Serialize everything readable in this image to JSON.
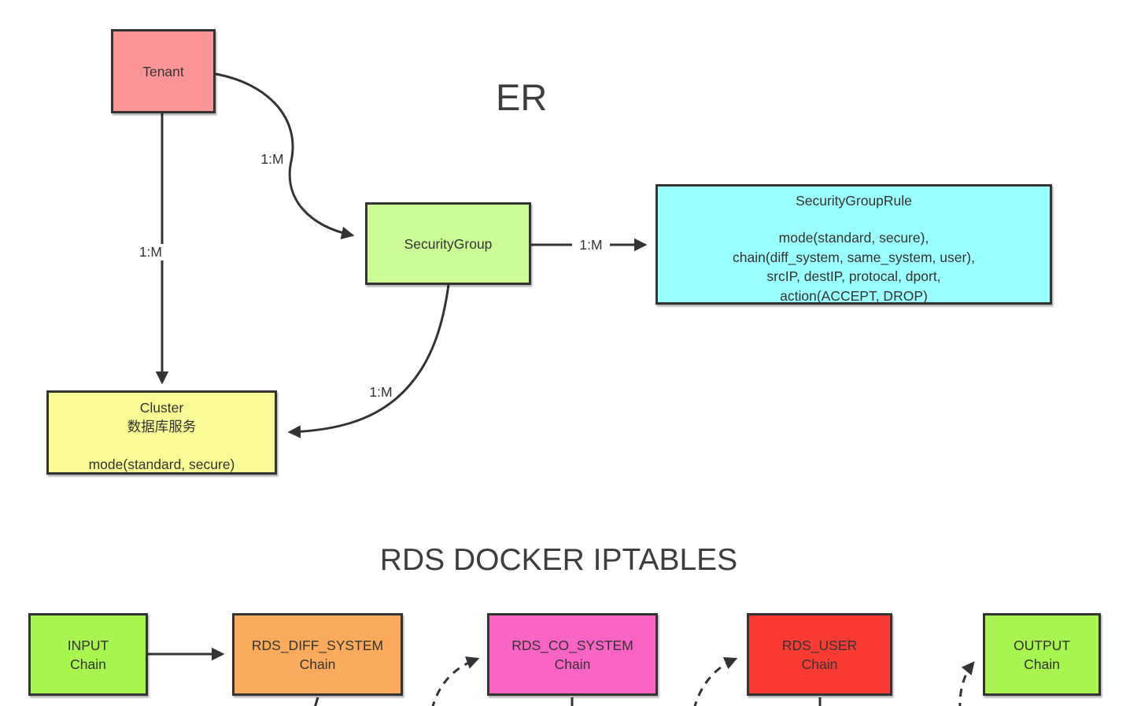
{
  "er": {
    "title": "ER",
    "nodes": {
      "tenant": {
        "label": "Tenant",
        "color": "#FC9696"
      },
      "security_group": {
        "label": "SecurityGroup",
        "color": "#CCFC96"
      },
      "security_group_rule": {
        "title": "SecurityGroupRule",
        "color": "#99FFFF",
        "lines": [
          "mode(standard, secure),",
          "chain(diff_system, same_system, user),",
          "srcIP, destIP, protocal, dport,",
          "action(ACCEPT, DROP)"
        ]
      },
      "cluster": {
        "title": "Cluster",
        "subtitle": "数据库服务",
        "mode_line": "mode(standard, secure)",
        "color": "#FBFB96"
      }
    },
    "edge_labels": {
      "tenant_to_security_group": "1:M",
      "tenant_to_cluster": "1:M",
      "security_group_to_rule": "1:M",
      "security_group_to_cluster": "1:M"
    }
  },
  "iptables": {
    "title": "RDS DOCKER IPTABLES",
    "nodes": [
      {
        "name": "INPUT",
        "chain": "Chain",
        "color": "#A8F54F"
      },
      {
        "name": "RDS_DIFF_SYSTEM",
        "chain": "Chain",
        "color": "#FAAC5C"
      },
      {
        "name": "RDS_CO_SYSTEM",
        "chain": "Chain",
        "color": "#FA64C3"
      },
      {
        "name": "RDS_USER",
        "chain": "Chain",
        "color": "#F93B33"
      },
      {
        "name": "OUTPUT",
        "chain": "Chain",
        "color": "#A8F54F"
      }
    ]
  },
  "colors": {
    "border": "#333333",
    "arrow": "#333333",
    "text": "#333333",
    "background": "#ffffff"
  }
}
